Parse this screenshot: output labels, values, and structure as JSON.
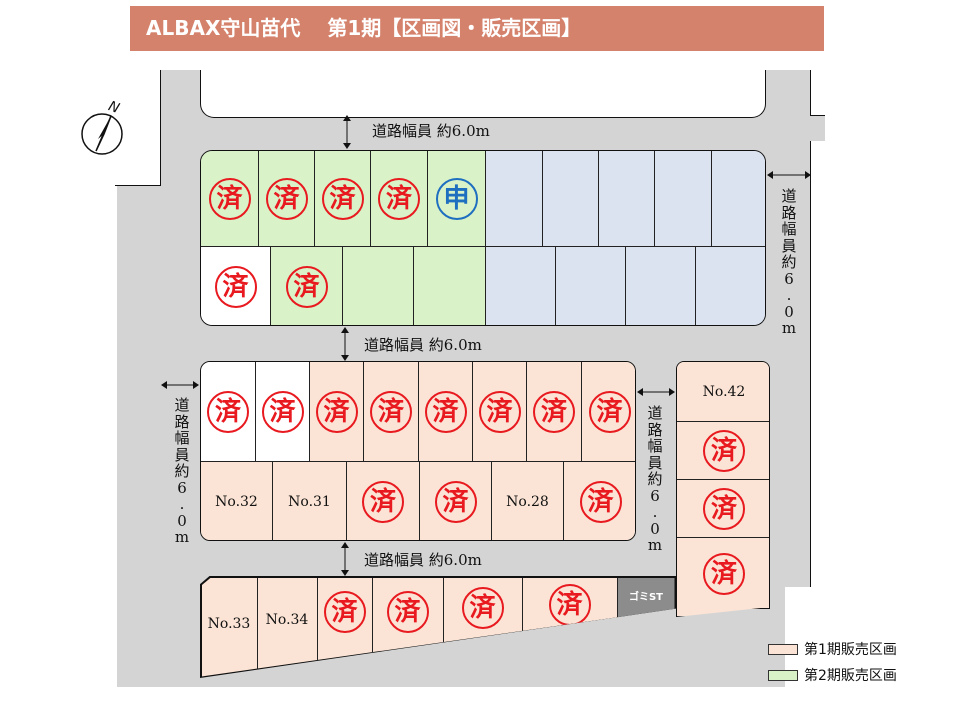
{
  "title": "ALBAX守山苗代　 第1期【区画図・販売区画】",
  "compass": {
    "label": "N"
  },
  "road_width_label": "道路幅員 約6.0m",
  "road_width_label_vertical": "道路幅員約6.0m",
  "legend": [
    {
      "label": "第1期販売区画",
      "color": "#fbe4d5"
    },
    {
      "label": "第2期販売区画",
      "color": "#d9f2c8"
    }
  ],
  "stamps": {
    "sold": "済",
    "applied": "申"
  },
  "lots": {
    "n42": "No.42",
    "n32": "No.32",
    "n31": "No.31",
    "n28": "No.28",
    "n33": "No.33",
    "n34": "No.34",
    "gomi": "ゴミST"
  },
  "colors": {
    "phase1": "#fbe4d5",
    "phase2": "#d9f2c8",
    "other": "#dce3f0",
    "road": "#d4d4d4",
    "sold_stamp": "#e8191f",
    "applied_stamp": "#1e6fc0",
    "title_bar": "#d5826c"
  }
}
